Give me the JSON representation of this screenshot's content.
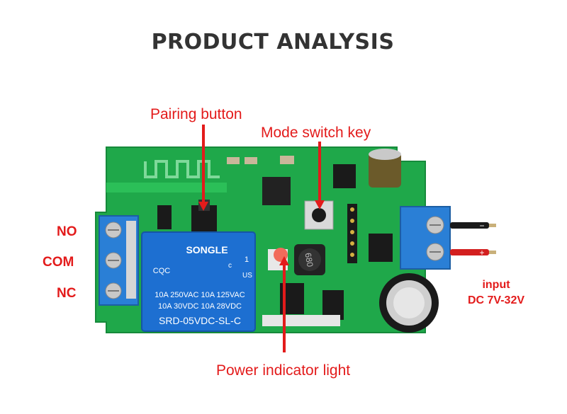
{
  "title": "PRODUCT ANALYSIS",
  "callouts": {
    "pairing_button": "Pairing button",
    "mode_switch_key": "Mode switch key",
    "power_indicator_light": "Power indicator light"
  },
  "terminals": {
    "no": "NO",
    "com": "COM",
    "nc": "NC"
  },
  "input": {
    "line1": "input",
    "line2": "DC 7V-32V"
  },
  "relay": {
    "brand": "SONGLE",
    "spec_line1": "10A 250VAC  10A 125VAC",
    "spec_line2": "10A  30VDC  10A  28VDC",
    "model": "SRD-05VDC-SL-C",
    "cert_cqc": "CQC",
    "cert_us": "US",
    "cert_c": "c",
    "cert_num": "1"
  },
  "inductor_code": "680",
  "polarity": {
    "neg": "−",
    "pos": "+"
  },
  "colors": {
    "accent": "#e31b1b",
    "board": "#1fa84a",
    "title": "#333333",
    "relay": "#1d6fd1",
    "terminal_block": "#2a7fd6"
  }
}
